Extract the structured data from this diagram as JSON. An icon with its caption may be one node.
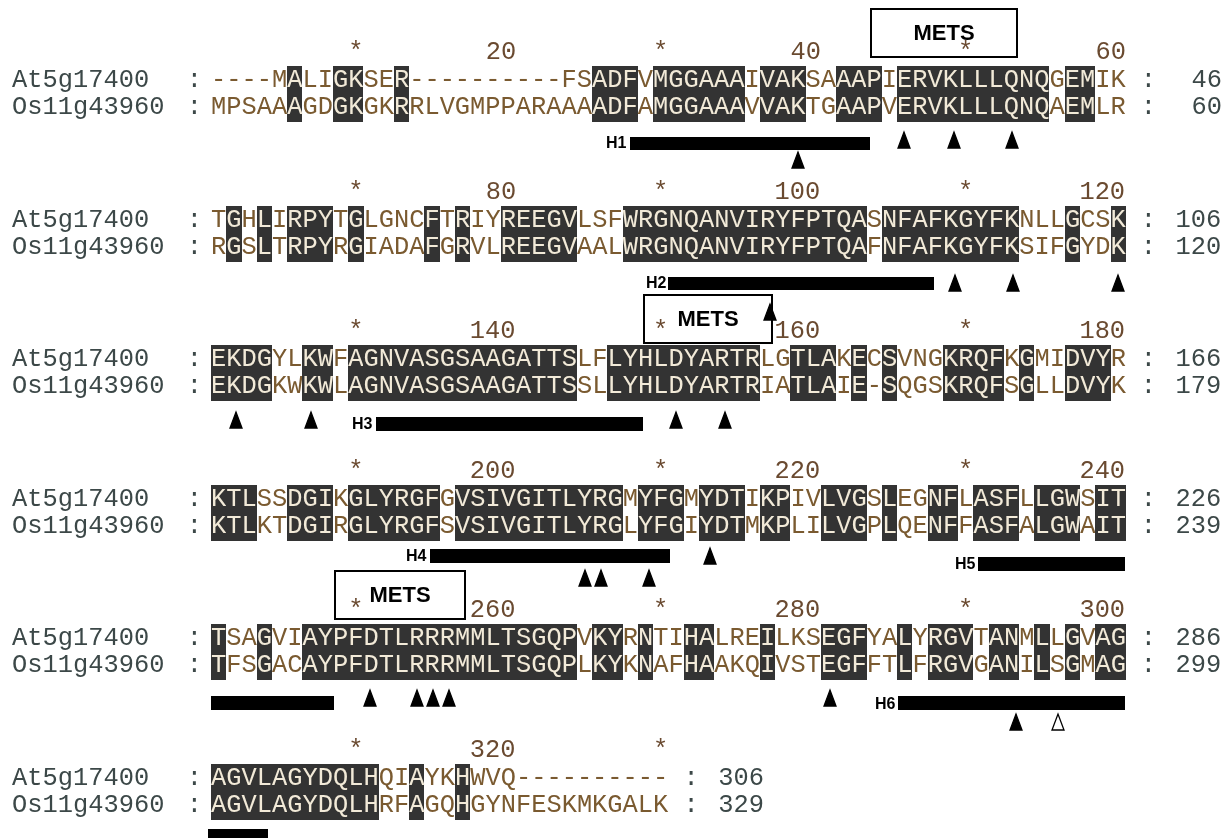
{
  "diagram": {
    "nodes": [
      {
        "text": [
          "METS"
        ]
      },
      {
        "text": [],
        "shape": "bar",
        "beside": [
          "H1"
        ]
      },
      {
        "text": [],
        "shape": "bar",
        "beside": [
          "H2"
        ]
      },
      {
        "text": [
          "METS"
        ]
      },
      {
        "text": [],
        "shape": "bar",
        "beside": [
          "H3"
        ]
      },
      {
        "text": [],
        "shape": "bar",
        "beside": [
          "H4"
        ]
      },
      {
        "text": [],
        "shape": "bar",
        "beside": [
          "H5"
        ]
      },
      {
        "text": [
          "METS"
        ]
      },
      {
        "text": [],
        "shape": "bar"
      },
      {
        "text": [],
        "shape": "bar",
        "beside": [
          "H6"
        ]
      },
      {
        "text": [],
        "shape": "bar"
      }
    ],
    "labels": [
      "*",
      "20",
      "*",
      "40",
      "*",
      "60",
      "At5g17400",
      ":",
      "----MALIGKSER----------FSADFVMGGAAAIVAKSAAAPIERVKLLLQNQGEMIK",
      ":",
      "46",
      "Os11g43960",
      ":",
      "MPSAAAGDGKGKRRLVGMPPARAAAADFAMGGAAAVVAKTGAAPVERVKLLLQNQAEMLR",
      ":",
      "60",
      "*",
      "80",
      "*",
      "100",
      "*",
      "120",
      "At5g17400",
      ":",
      "TGHLIRPYTGLGNCFTRIYREEGVLSFWRGNQANVIRYFPTQASNFAFKGYFKNLLGCSK",
      ":",
      "106",
      "Os11g43960",
      ":",
      "RGSLTRPYRGIADAFGRVLREEGVAALWRGNQANVIRYFPTQAFNFAFKGYFKSIFGYDK",
      ":",
      "120",
      "*",
      "140",
      "*",
      "160",
      "*",
      "180",
      "At5g17400",
      ":",
      "EKDGYLKWFAGNVASGSAAGATTSLFLYHLDYARTRLGTLAKECSVNGKRQFKGMIDVYR",
      ":",
      "166",
      "Os11g43960",
      ":",
      "EKDGKWKWLAGNVASGSAAGATTSSLLYHLDYARTRIATLAIE-SQGSKRQFSGLLDVYK",
      ":",
      "179",
      "*",
      "200",
      "*",
      "220",
      "*",
      "240",
      "At5g17400",
      ":",
      "KTLSSDGIKGLYRGFGVSIVGITLYRGMYFGMYDTIKPIVLVGSLEGNFLASFLLGWSIT",
      ":",
      "226",
      "Os11g43960",
      ":",
      "KTLKTDGIRGLYRGFSVSIVGITLYRGLYFGIYDTMKPLILVGPLQENFFASFALGWAIT",
      ":",
      "239",
      "*",
      "260",
      "*",
      "280",
      "*",
      "300",
      "At5g17400",
      ":",
      "TSAGVIAYPFDTLRRRMMLTSGQPVKYRNTIHALREILKSEGFYALYRGVTANMLLGVAG",
      ":",
      "286",
      "Os11g43960",
      ":",
      "TFSGACAYPFDTLRRRMMLTSGQPLKYKNAFHAAKQIVSTEGFFTLFRGVGANILSGMAG",
      ":",
      "299",
      "*",
      "320",
      "*",
      "At5g17400",
      ":",
      "AGVLAGYDQLHQIAYKHWVQ----------",
      ":",
      "306",
      "Os11g43960",
      ":",
      "AGVLAGYDQLHRFAGQHGYNFESKMKGALK",
      ":",
      "329"
    ]
  }
}
